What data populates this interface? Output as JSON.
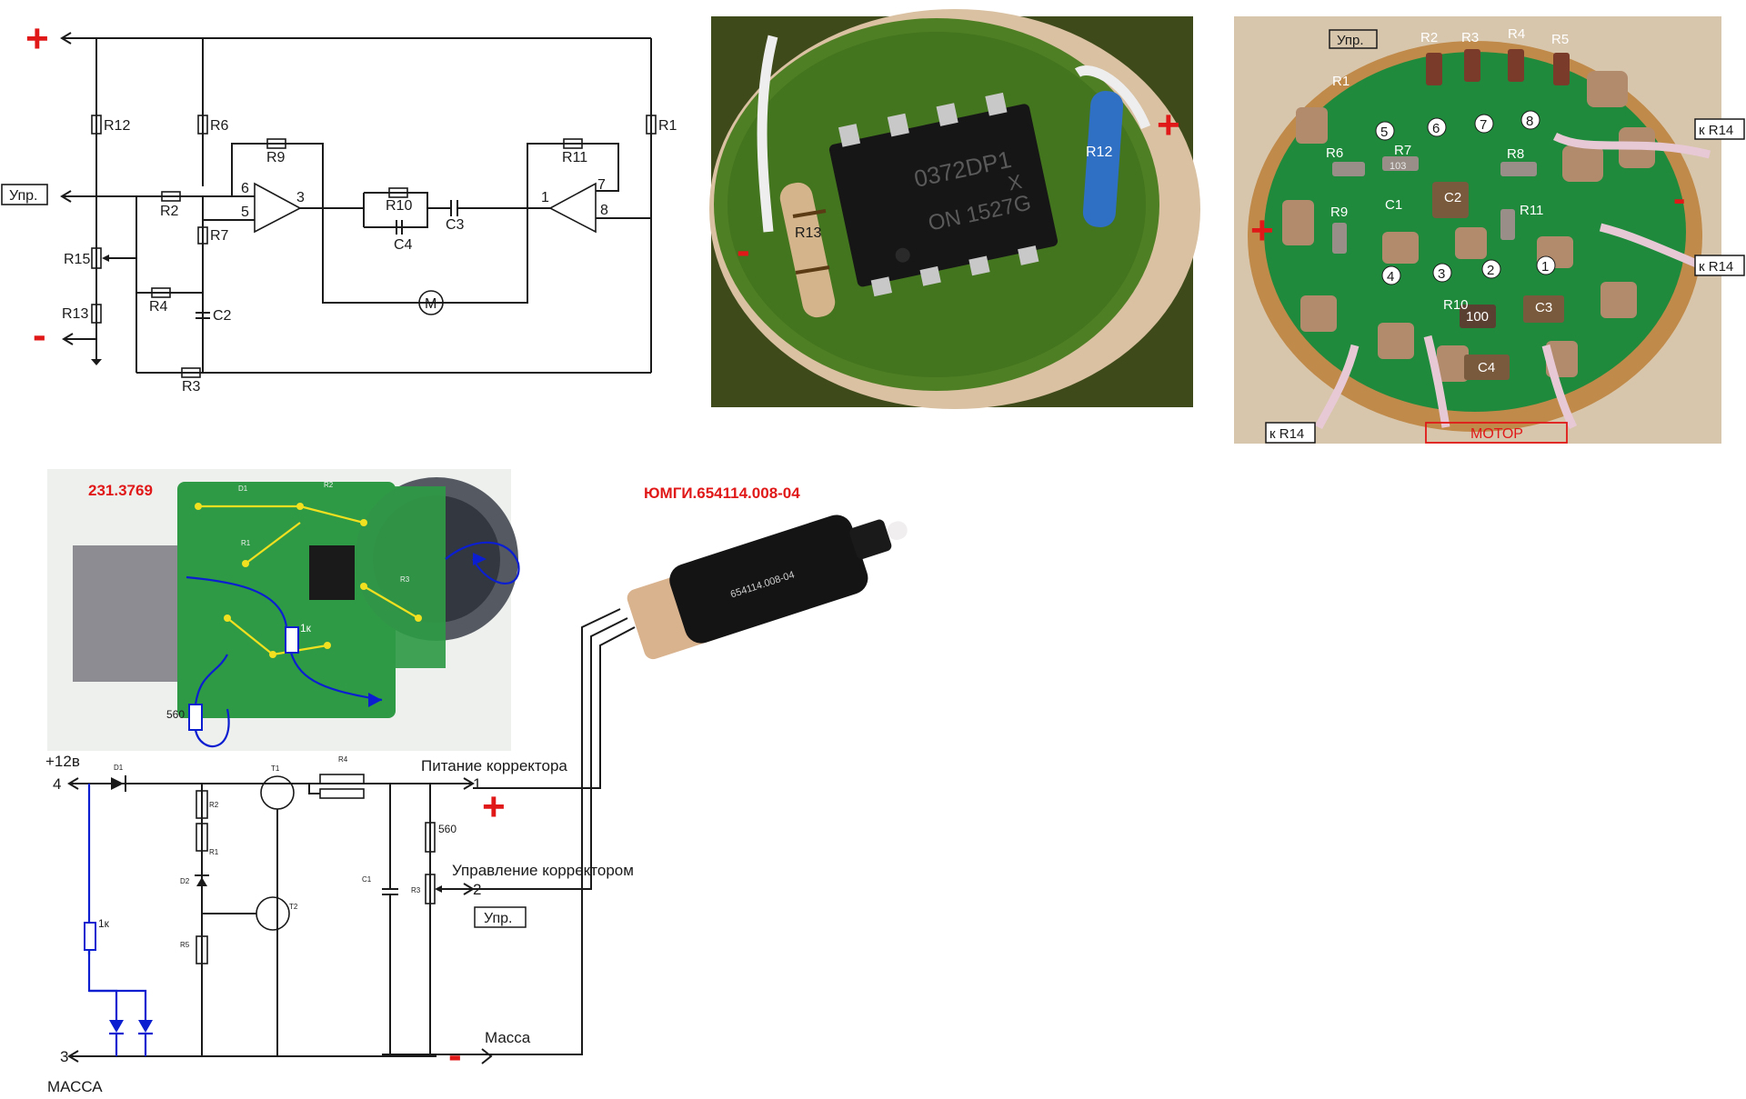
{
  "schematic_top": {
    "resistors": [
      "R12",
      "R6",
      "R9",
      "R11",
      "R1",
      "R2",
      "R10",
      "R7",
      "R15",
      "R4",
      "R13",
      "R3"
    ],
    "capacitors": [
      "C4",
      "C3",
      "C2"
    ],
    "nodes": [
      "6",
      "5",
      "3",
      "1",
      "7",
      "8"
    ],
    "motor_label": "M",
    "control_label": "Упр.",
    "plus": "+",
    "minus": "-"
  },
  "photo_chip": {
    "chip_text_1": "0372DP1",
    "chip_text_2": "ON 1527G",
    "chip_text_3": "X",
    "resistor_left": "R13",
    "resistor_right": "R12",
    "plus": "+",
    "minus": "-"
  },
  "photo_pcb": {
    "labels": [
      "Упр.",
      "R2",
      "R3",
      "R4",
      "R5",
      "R1",
      "к R14",
      "5",
      "6",
      "7",
      "8",
      "R6",
      "R7",
      "R8",
      "C2",
      "R9",
      "C1",
      "R11",
      "к R14",
      "4",
      "3",
      "2",
      "1",
      "R10",
      "C3",
      "100",
      "C4",
      "к R14",
      "МОТОР",
      "103"
    ],
    "plus": "+",
    "minus": "-"
  },
  "board_photo": {
    "title": "231.3769",
    "labels": [
      "D1",
      "R2",
      "R1",
      "R3",
      "1к",
      "560"
    ]
  },
  "product": {
    "title": "ЮМГИ.654114.008-04",
    "body_text": "654114.008-04"
  },
  "schematic_bottom": {
    "supply_label": "+12в",
    "pin4": "4",
    "pin3": "3",
    "ground_label": "МАССА",
    "parts": [
      "D1",
      "R2",
      "R1",
      "D2",
      "R5",
      "T1",
      "T2",
      "R4",
      "C1",
      "R3",
      "560",
      "1к"
    ],
    "conn1": "1",
    "conn2": "2",
    "power_label": "Питание корректора",
    "control_label": "Управление корректором",
    "control_box": "Упр.",
    "mass_label": "Масса",
    "plus": "+",
    "minus": "-"
  }
}
